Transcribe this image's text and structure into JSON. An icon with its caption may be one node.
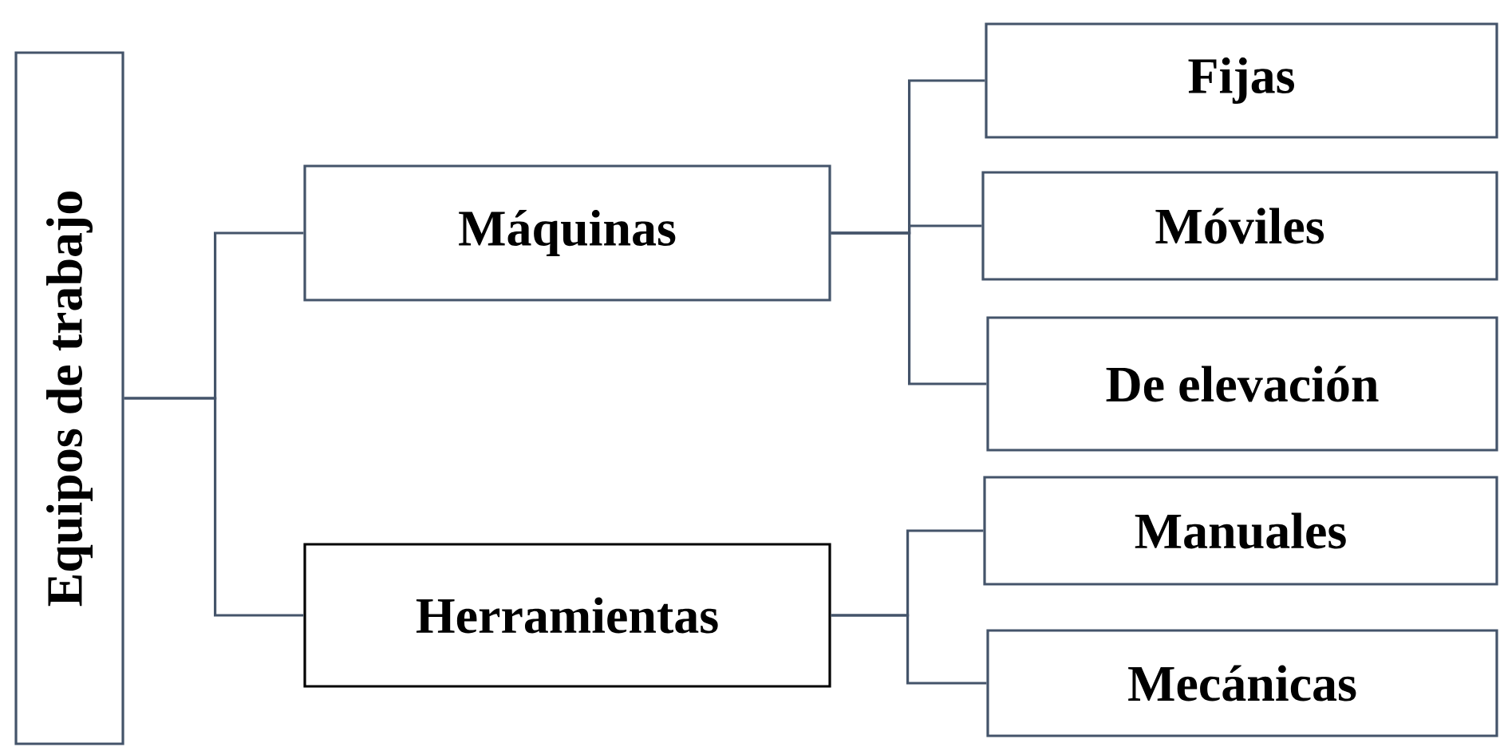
{
  "diagram": {
    "nodes": [
      {
        "text": [
          "Equipos de trabajo"
        ]
      },
      {
        "text": [
          "Máquinas"
        ]
      },
      {
        "text": [
          "Herramientas"
        ]
      },
      {
        "text": [
          "Fijas"
        ]
      },
      {
        "text": [
          "Móviles"
        ]
      },
      {
        "text": [
          "De elevación"
        ]
      },
      {
        "text": [
          "Manuales"
        ]
      },
      {
        "text": [
          "Mecánicas"
        ]
      }
    ],
    "edges": [
      {
        "from": 0,
        "to": 1,
        "arrow": "none"
      },
      {
        "from": 0,
        "to": 2,
        "arrow": "none"
      },
      {
        "from": 1,
        "to": 3,
        "arrow": "none"
      },
      {
        "from": 1,
        "to": 4,
        "arrow": "none"
      },
      {
        "from": 1,
        "to": 5,
        "arrow": "none"
      },
      {
        "from": 2,
        "to": 6,
        "arrow": "none"
      },
      {
        "from": 2,
        "to": 7,
        "arrow": "none"
      }
    ]
  }
}
